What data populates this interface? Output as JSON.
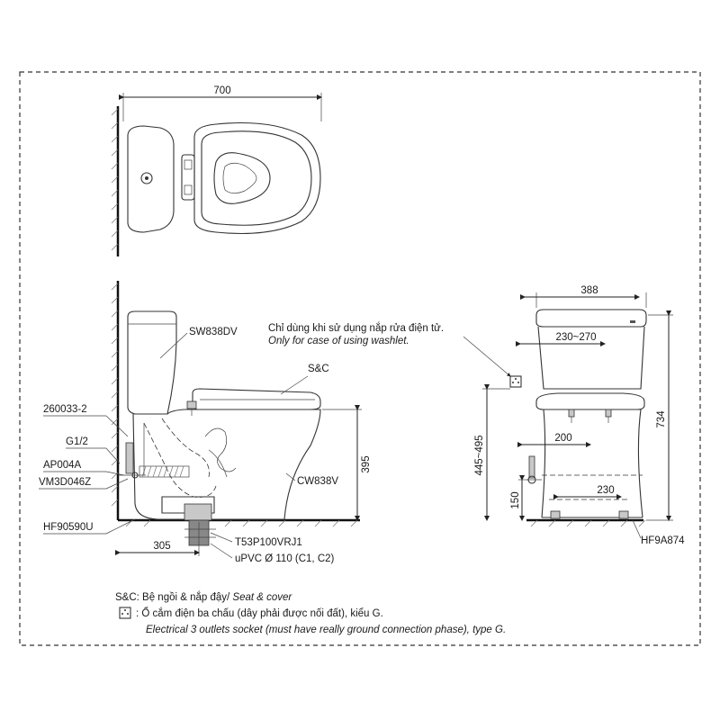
{
  "dimensions": {
    "width_top": "700",
    "width_front": "388",
    "height_total": "734",
    "height_seat": "395",
    "inlet_range": "230~270",
    "outlet_height_range": "445~495",
    "offset_200": "200",
    "offset_230": "230",
    "height_150": "150",
    "rough_in": "305"
  },
  "parts": {
    "tank": "SW838DV",
    "seat": "S&C",
    "bowl": "CW838V",
    "part_260033": "260033-2",
    "g12": "G1/2",
    "ap004a": "AP004A",
    "vm3d046z": "VM3D046Z",
    "hf90590u": "HF90590U",
    "t53p100vrj1": "T53P100VRJ1",
    "upvc": "uPVC Ø 110 (C1, C2)",
    "hf9a874": "HF9A874"
  },
  "notes": {
    "washlet_vi": "Chỉ dùng khi sử dụng nắp rửa điện tử.",
    "washlet_en": "Only for case of using washlet.",
    "sc_prefix": "S&C: Bệ ngồi & nắp đậy/ ",
    "sc_en": "Seat & cover",
    "socket_vi": ": Ổ cắm điện ba chấu (dây phải được nối đất), kiểu G.",
    "socket_en": "Electrical 3 outlets socket (must have really ground connection phase), type G."
  }
}
